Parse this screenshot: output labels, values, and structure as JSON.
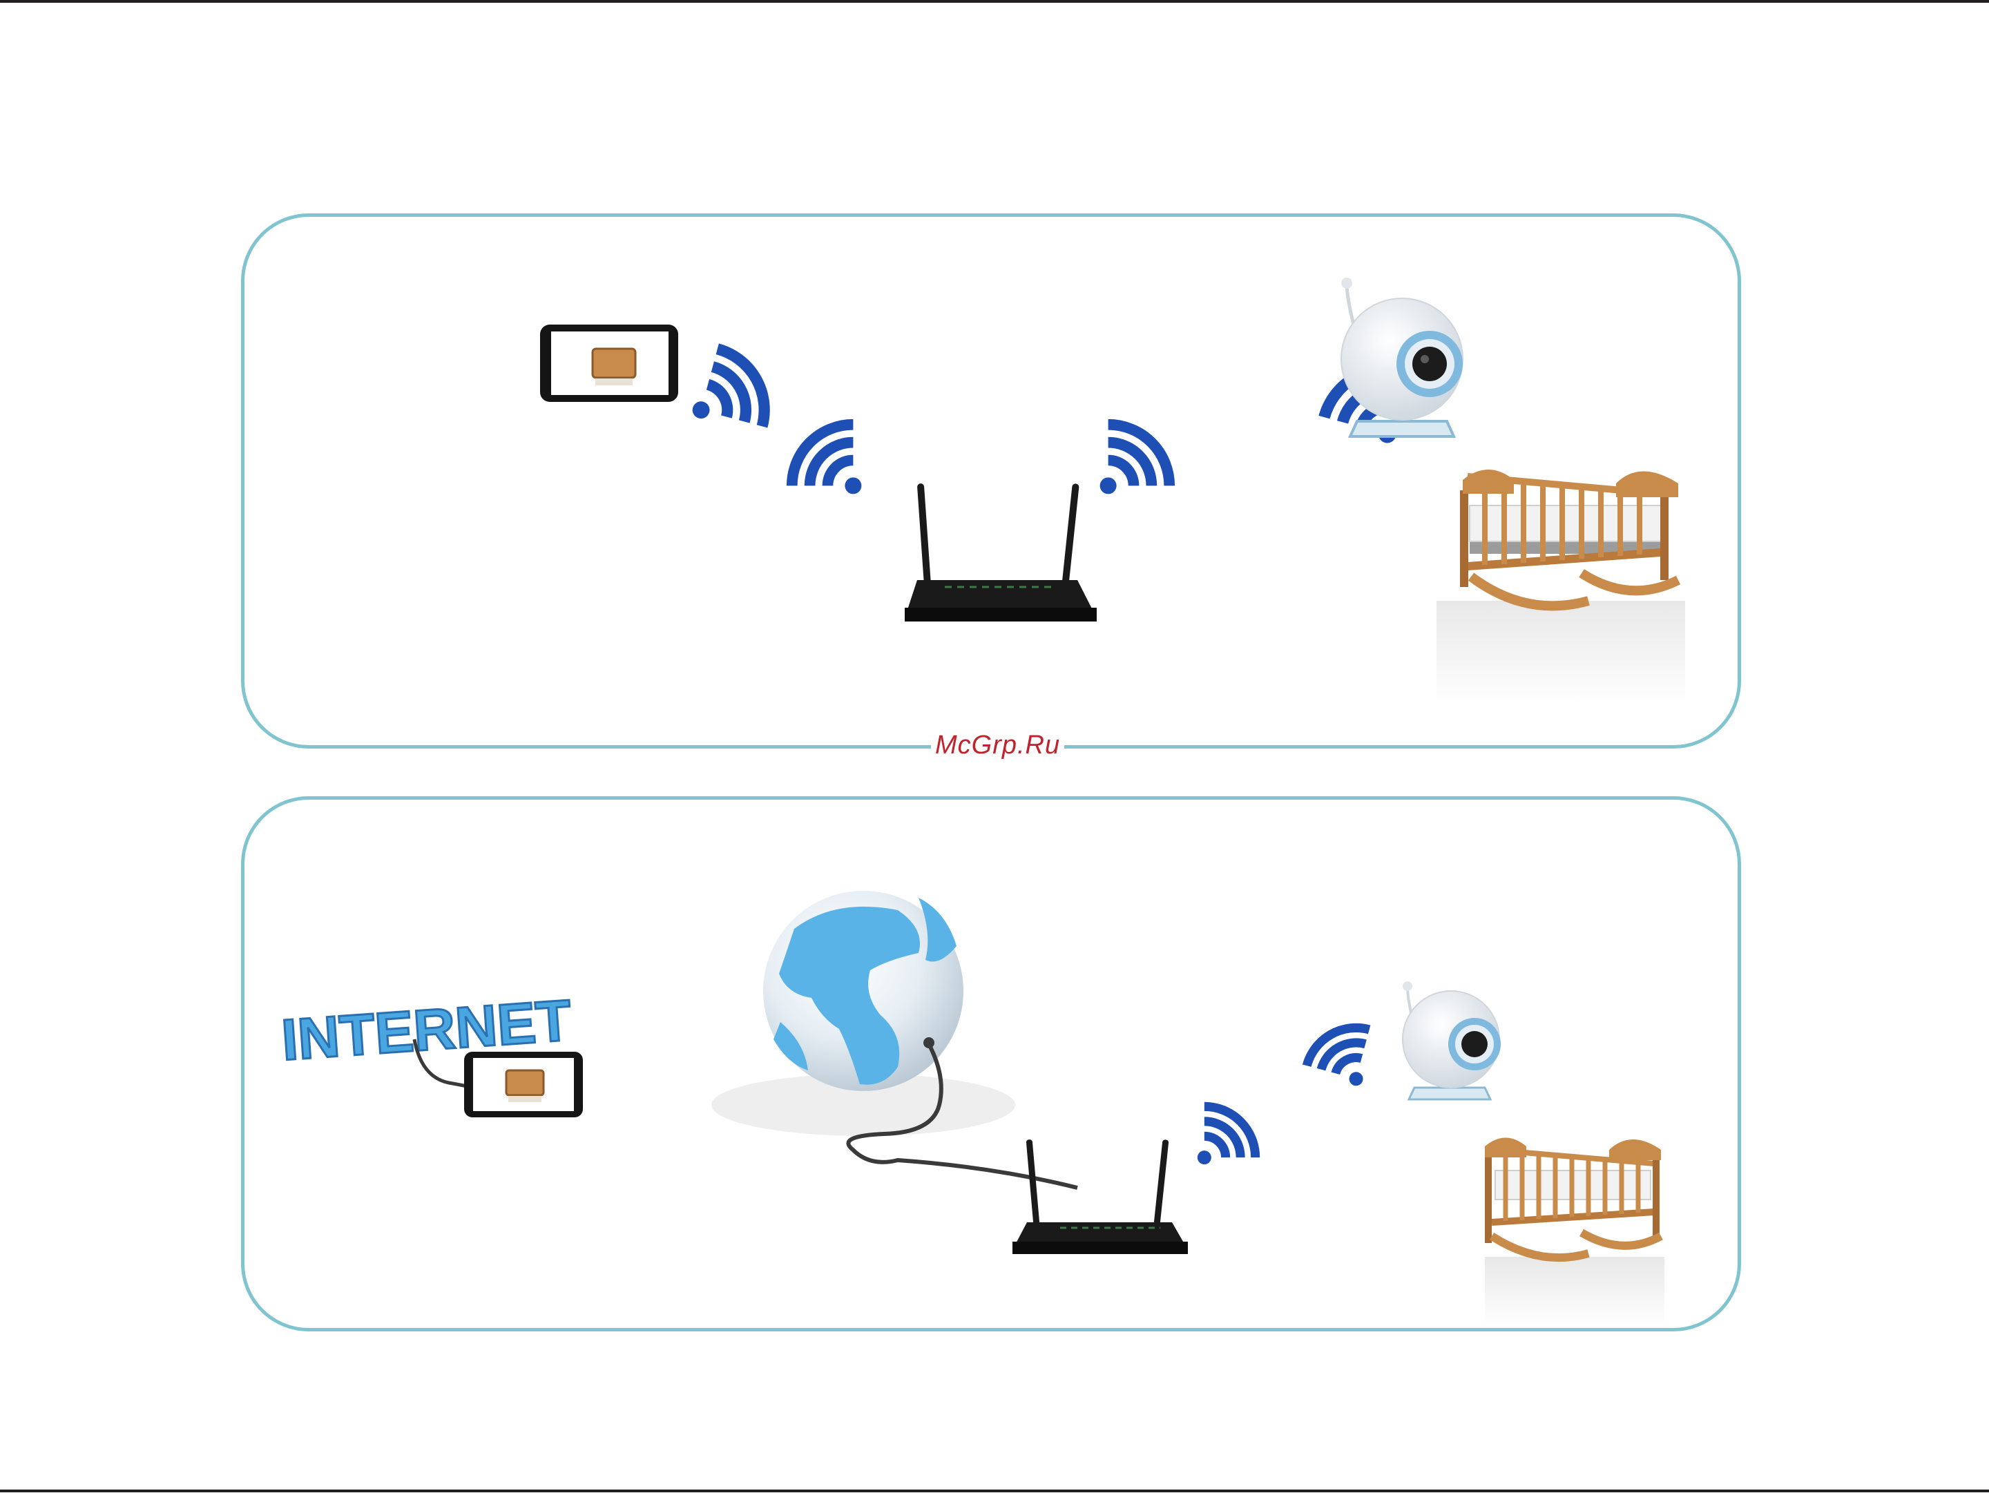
{
  "watermark": "McGrp.Ru",
  "internet_label": "INTERNET",
  "colors": {
    "panel_border": "#7fc4cf",
    "wifi_blue": "#1e4fb5",
    "router_body": "#1a1a1a",
    "globe_ocean": "#5ab3e6",
    "crib_wood": "#c98b4a",
    "watermark": "#c0232b"
  },
  "panels": [
    {
      "name": "local-network-panel",
      "nodes": [
        "smartphone",
        "wifi-router",
        "baby-camera",
        "baby-crib"
      ]
    },
    {
      "name": "remote-internet-panel",
      "nodes": [
        "internet",
        "smartphone",
        "globe",
        "wifi-router",
        "baby-camera",
        "baby-crib"
      ]
    }
  ]
}
